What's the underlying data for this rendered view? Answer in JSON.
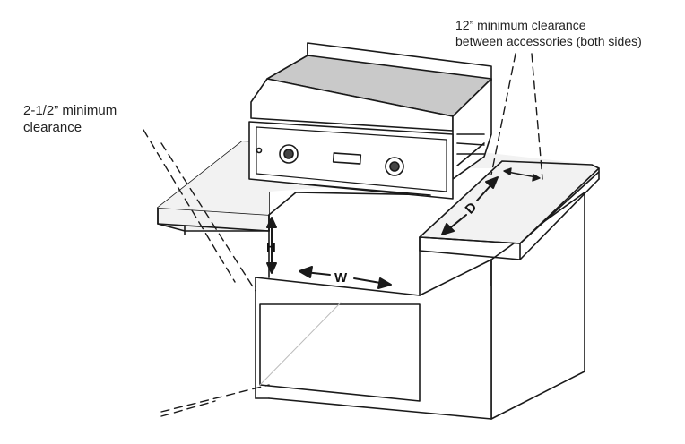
{
  "callouts": {
    "top_line1": "12” minimum clearance",
    "top_line2": "between accessories (both sides)",
    "left_line1": "2-1/2” minimum",
    "left_line2": "clearance"
  },
  "dimensions": {
    "height": "H",
    "width": "W",
    "depth": "D"
  },
  "colors": {
    "line": "#1a1a1a",
    "grill_top": "#c9c9c9",
    "counter_top": "#f2f2f2"
  }
}
